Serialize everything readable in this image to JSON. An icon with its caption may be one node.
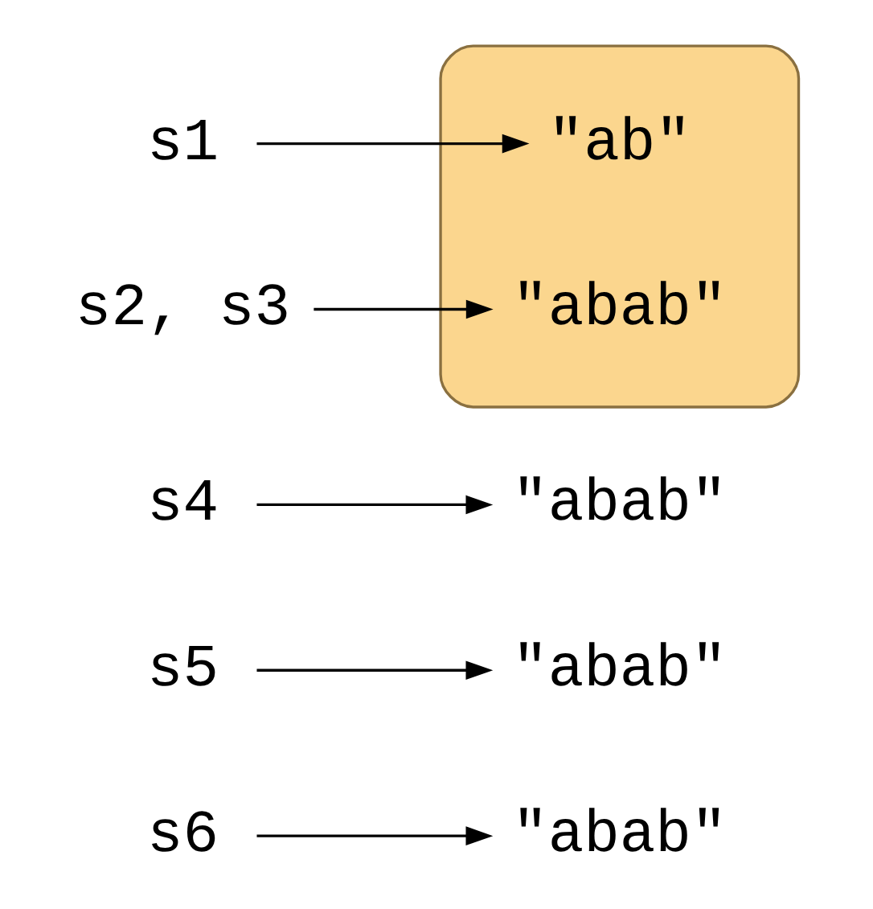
{
  "diagram": {
    "nodes": [
      {
        "text": [],
        "shape": "cylinder"
      },
      {
        "text": [
          "s1"
        ]
      },
      {
        "text": [
          "\"ab\""
        ],
        "in": 0
      },
      {
        "text": [
          "s2, s3"
        ]
      },
      {
        "text": [
          "\"abab\""
        ],
        "in": 0
      },
      {
        "text": [
          "s4"
        ]
      },
      {
        "text": [
          "\"abab\""
        ]
      },
      {
        "text": [
          "s5"
        ]
      },
      {
        "text": [
          "\"abab\""
        ]
      },
      {
        "text": [
          "s6"
        ]
      },
      {
        "text": [
          "\"abab\""
        ]
      }
    ],
    "edges": [
      {
        "from": 1,
        "to": 2,
        "arrow": "to"
      },
      {
        "from": 3,
        "to": 4,
        "arrow": "to"
      },
      {
        "from": 5,
        "to": 6,
        "arrow": "to"
      },
      {
        "from": 7,
        "to": 8,
        "arrow": "to"
      },
      {
        "from": 9,
        "to": 10,
        "arrow": "to"
      }
    ]
  }
}
